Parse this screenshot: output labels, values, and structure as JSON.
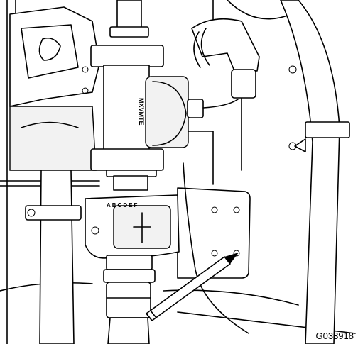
{
  "figure": {
    "id_label": "G033918",
    "flow_meter_marking": "MXVMTE",
    "sight_glass_letters": "ABCDEF"
  }
}
